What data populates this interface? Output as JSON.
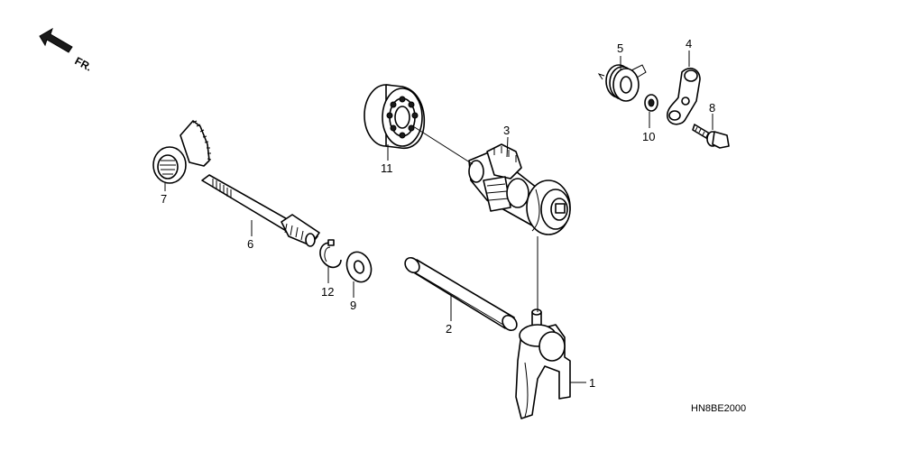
{
  "orientation": {
    "label": "FR."
  },
  "diagram_code": "HN8BE2000",
  "callouts": [
    {
      "id": "1",
      "text": "1"
    },
    {
      "id": "2",
      "text": "2"
    },
    {
      "id": "3",
      "text": "3"
    },
    {
      "id": "4",
      "text": "4"
    },
    {
      "id": "5",
      "text": "5"
    },
    {
      "id": "6",
      "text": "6"
    },
    {
      "id": "7",
      "text": "7"
    },
    {
      "id": "8",
      "text": "8"
    },
    {
      "id": "9",
      "text": "9"
    },
    {
      "id": "10",
      "text": "10"
    },
    {
      "id": "11",
      "text": "11"
    },
    {
      "id": "12",
      "text": "12"
    }
  ]
}
